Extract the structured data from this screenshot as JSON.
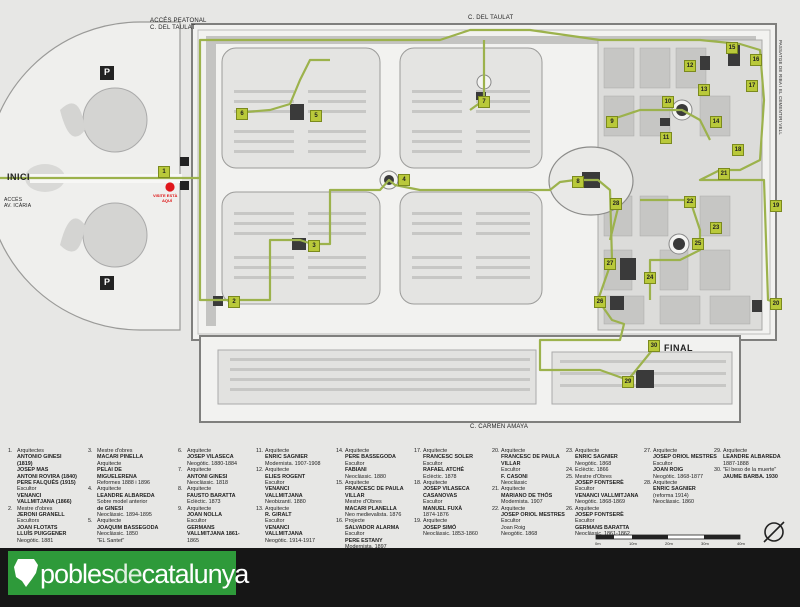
{
  "streets": {
    "acces_peatonal": "ACCÉS PEATONAL",
    "c_del_taulat_top": "C. DEL TAULAT",
    "c_del_taulat_center": "C. DEL TAULAT",
    "acces_icaria_1": "ACCÉS",
    "acces_icaria_2": "AV. ICÀRIA",
    "c_carmen_amaya": "C. CARMEN AMAYA",
    "passatge_right": "PASSATGE DE RIBA I EL CEMENTIRI VELL"
  },
  "map_labels": {
    "inici": "INICI",
    "final": "FINAL",
    "parking": "P",
    "visit_1": "VISITE ESTÀ",
    "visit_2": "AQUÍ"
  },
  "markers": [
    "1",
    "2",
    "3",
    "4",
    "5",
    "6",
    "7",
    "8",
    "9",
    "10",
    "11",
    "12",
    "13",
    "14",
    "15",
    "16",
    "17",
    "18",
    "19",
    "20",
    "21",
    "22",
    "23",
    "24",
    "25",
    "26",
    "27",
    "28",
    "29",
    "30"
  ],
  "legend": [
    {
      "items": [
        {
          "n": "1.",
          "lines": [
            [
              "Arquitectes",
              0
            ],
            [
              "ANTONIO GINESI",
              1
            ],
            [
              "(1819)",
              1
            ],
            [
              "JOSEP MAS",
              1
            ],
            [
              "ANTONI ROVIRA (1840)",
              1
            ],
            [
              "PERE FALQUÉS (1915)",
              1
            ],
            [
              "Escultor",
              0
            ],
            [
              "VENANCI",
              1
            ],
            [
              "VALLMITJANA (1866)",
              1
            ]
          ]
        },
        {
          "n": "2.",
          "lines": [
            [
              "Mestre d'obres",
              0
            ],
            [
              "JERONI GRANELL",
              1
            ],
            [
              "Escultors",
              0
            ],
            [
              "JOAN FLOTATS",
              1
            ],
            [
              "LLUÍS PUIGGENER",
              1
            ],
            [
              "Neogòtic. 1881",
              0
            ]
          ]
        }
      ]
    },
    {
      "items": [
        {
          "n": "3.",
          "lines": [
            [
              "Mestre d'obres",
              0
            ],
            [
              "MACARI PINELLA",
              1
            ],
            [
              "Arquitecte",
              0
            ],
            [
              "PELAI DE",
              1
            ],
            [
              "MIGUELERENA",
              1
            ],
            [
              "Reformes 1888 i 1896",
              0
            ]
          ]
        },
        {
          "n": "4.",
          "lines": [
            [
              "Arquitecte",
              0
            ],
            [
              "LEANDRE ALBAREDA",
              1
            ],
            [
              "Sobre model anterior",
              0
            ],
            [
              "de GINESI",
              1
            ],
            [
              "Neoclàssic. 1894-1895",
              0
            ]
          ]
        },
        {
          "n": "5.",
          "lines": [
            [
              "Arquitecte",
              0
            ],
            [
              "JOAQUIM BASSEGODA",
              1
            ],
            [
              "Neoclàssic. 1850",
              0
            ],
            [
              "\"EL Santet\"",
              0
            ]
          ]
        }
      ]
    },
    {
      "items": [
        {
          "n": "6.",
          "lines": [
            [
              "Arquitecte",
              0
            ],
            [
              "JOSEP VILASECA",
              1
            ],
            [
              "Neogòtic. 1880-1884",
              0
            ]
          ]
        },
        {
          "n": "7.",
          "lines": [
            [
              "Arquitecte",
              0
            ],
            [
              "ANTONI GINESI",
              1
            ],
            [
              "Neoclàssic. 1818",
              0
            ]
          ]
        },
        {
          "n": "8.",
          "lines": [
            [
              "Arquitecte",
              0
            ],
            [
              "FAUSTO BARATTA",
              1
            ],
            [
              "Eclèctic. 1873",
              0
            ]
          ]
        },
        {
          "n": "9.",
          "lines": [
            [
              "Arquitecte",
              0
            ],
            [
              "JOAN NOLLA",
              1
            ],
            [
              "Escultor",
              0
            ],
            [
              "GERMANS",
              1
            ],
            [
              "VALLMITJANA 1861-",
              1
            ],
            [
              "1865",
              0
            ]
          ]
        }
      ]
    },
    {
      "items": [
        {
          "n": "11.",
          "lines": [
            [
              "Arquitecte",
              0
            ],
            [
              "ENRIC SAGNIER",
              1
            ],
            [
              "Modernista. 1907-1908",
              0
            ]
          ]
        },
        {
          "n": "12.",
          "lines": [
            [
              "Arquitecte",
              0
            ],
            [
              "ELIES ROGENT",
              1
            ],
            [
              "Escultor",
              0
            ],
            [
              "VENANCI",
              1
            ],
            [
              "VALLMITJANA",
              1
            ],
            [
              "Neobizantí. 1880",
              0
            ]
          ]
        },
        {
          "n": "13.",
          "lines": [
            [
              "Arquitecte",
              0
            ],
            [
              "R. GIRALT",
              1
            ],
            [
              "Escultor",
              0
            ],
            [
              "VENANCI",
              1
            ],
            [
              "VALLMITJANA",
              1
            ],
            [
              "Neogòtic. 1914-1917",
              0
            ]
          ]
        }
      ]
    },
    {
      "items": [
        {
          "n": "14.",
          "lines": [
            [
              "Arquitecte",
              0
            ],
            [
              "PERE BASSEGODA",
              1
            ],
            [
              "Escultor",
              0
            ],
            [
              "FABIANI",
              1
            ],
            [
              "Neoclàssic. 1880",
              0
            ]
          ]
        },
        {
          "n": "15.",
          "lines": [
            [
              "Arquitecte",
              0
            ],
            [
              "FRANCESC DE PAULA",
              1
            ],
            [
              "VILLAR",
              1
            ],
            [
              "Mestre d'Obres",
              0
            ],
            [
              "MACARI PLANELLA",
              1
            ],
            [
              "Neo medievalista. 1876",
              0
            ]
          ]
        },
        {
          "n": "16.",
          "lines": [
            [
              "Projecte",
              0
            ],
            [
              "SALVADOR ALARMA",
              1
            ],
            [
              "Escultor",
              0
            ],
            [
              "PERE ESTANY",
              1
            ],
            [
              "Modernista. 1897",
              0
            ]
          ]
        }
      ]
    },
    {
      "items": [
        {
          "n": "17.",
          "lines": [
            [
              "Arquitecte",
              0
            ],
            [
              "FRANCESC SOLER",
              1
            ],
            [
              "Escultor",
              0
            ],
            [
              "RAFAEL ATCHÉ",
              1
            ],
            [
              "Eclèctic. 1878",
              0
            ]
          ]
        },
        {
          "n": "18.",
          "lines": [
            [
              "Arquitecte",
              0
            ],
            [
              "JOSEP VILASECA",
              1
            ],
            [
              "CASANOVAS",
              1
            ],
            [
              "Escultor",
              0
            ],
            [
              "MANUEL FUXÀ",
              1
            ],
            [
              "1874-1876",
              0
            ]
          ]
        },
        {
          "n": "19.",
          "lines": [
            [
              "Arquitecte",
              0
            ],
            [
              "JOSEP SIMÓ",
              1
            ],
            [
              "Neoclàssic. 1853-1860",
              0
            ]
          ]
        }
      ]
    },
    {
      "items": [
        {
          "n": "20.",
          "lines": [
            [
              "Arquitecte",
              0
            ],
            [
              "FRANCESC DE PAULA",
              1
            ],
            [
              "VILLAR",
              1
            ],
            [
              "Escultor",
              0
            ],
            [
              "F. CASONI",
              1
            ],
            [
              "Neoclàssic",
              0
            ]
          ]
        },
        {
          "n": "21.",
          "lines": [
            [
              "Arquitecte",
              0
            ],
            [
              "MARIANO DE THÓS",
              1
            ],
            [
              "Modernista. 1907",
              0
            ]
          ]
        },
        {
          "n": "22.",
          "lines": [
            [
              "Arquitecte",
              0
            ],
            [
              "JOSEP ORIOL MESTRES",
              1
            ],
            [
              "Escultor",
              0
            ],
            [
              "Joan Roig",
              0
            ],
            [
              "Neogòtic. 1868",
              0
            ]
          ]
        }
      ]
    },
    {
      "items": [
        {
          "n": "23.",
          "lines": [
            [
              "Arquitecte",
              0
            ],
            [
              "ENRIC SAGNIER",
              1
            ],
            [
              "Neogòtic. 1868",
              0
            ]
          ]
        },
        {
          "n": "24.",
          "lines": [
            [
              "Eclèctic. 1866",
              0
            ]
          ]
        },
        {
          "n": "25.",
          "lines": [
            [
              "Mestre d'Obres",
              0
            ],
            [
              "JOSEP FONTSERÈ",
              1
            ],
            [
              "Escultor",
              0
            ],
            [
              "VENANCI VALLMITJANA",
              1
            ],
            [
              "Neogòtic. 1868-1869",
              0
            ]
          ]
        },
        {
          "n": "26.",
          "lines": [
            [
              "Arquitecte",
              0
            ],
            [
              "JOSEP FONTSERÈ",
              1
            ],
            [
              "Escultor",
              0
            ],
            [
              "GERMANS BARATTA",
              1
            ],
            [
              "Neoclàssic. 1861-1862",
              0
            ]
          ]
        }
      ]
    },
    {
      "items": [
        {
          "n": "27.",
          "lines": [
            [
              "Arquitecte",
              0
            ],
            [
              "JOSEP ORIOL MESTRES",
              1
            ],
            [
              "Escultor",
              0
            ],
            [
              "JOAN ROIG",
              1
            ],
            [
              "Neogòtic. 1868-1877",
              0
            ]
          ]
        },
        {
          "n": "28.",
          "lines": [
            [
              "Arquitecte",
              0
            ],
            [
              "ENRIC SAGNIER",
              1
            ],
            [
              "(reforma 1914)",
              0
            ],
            [
              "Neoclàssic. 1860",
              0
            ]
          ]
        }
      ]
    },
    {
      "items": [
        {
          "n": "29.",
          "lines": [
            [
              "Arquitecte",
              0
            ],
            [
              "LEANDRE ALBAREDA",
              1
            ],
            [
              "1887-1888",
              0
            ]
          ]
        },
        {
          "n": "30.",
          "lines": [
            [
              "\"El beso de la muerte\"",
              0
            ],
            [
              "JAUME BARBA. 1930",
              1
            ]
          ]
        }
      ]
    }
  ],
  "scale": {
    "labels": [
      "0m",
      "10m",
      "20m",
      "30m",
      "40m"
    ]
  },
  "footer": {
    "brand_prefix": "pobles",
    "brand_suffix": "catalunya",
    "brand_mid": "de"
  },
  "colors": {
    "route": "#9cb24c",
    "building": "#3a3a3a",
    "marker": "#b9c93a",
    "path": "#f4f4f2",
    "plot": "#c9c9c7",
    "brand": "#2e9a3a"
  }
}
